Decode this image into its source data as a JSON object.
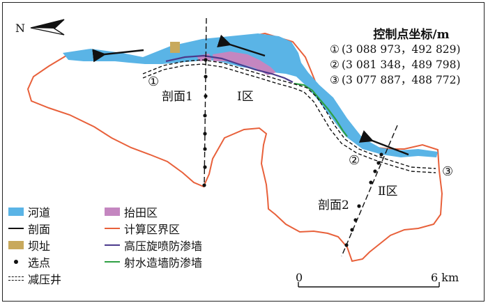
{
  "north_label": "N",
  "control_points": {
    "title": "控制点坐标/m",
    "items": [
      {
        "mark": "①",
        "coords": "(3 088 973，492 829)"
      },
      {
        "mark": "②",
        "coords": "(3 081 348，489 798)"
      },
      {
        "mark": "③",
        "coords": "(3 077 887，488 772)"
      }
    ]
  },
  "map_labels": {
    "section1": "剖面1",
    "section2": "剖面2",
    "zone1": "Ⅰ区",
    "zone2": "Ⅱ区",
    "pt1": "①",
    "pt2": "②",
    "pt3": "③"
  },
  "scale": {
    "start": "0",
    "end": "6 km"
  },
  "legend": [
    {
      "key": "river",
      "label": "河道",
      "color": "#5ab4e6"
    },
    {
      "key": "farmland",
      "label": "抬田区",
      "color": "#c486c0"
    },
    {
      "key": "section",
      "label": "剖面",
      "color": "#111111"
    },
    {
      "key": "boundary",
      "label": "计算区界区",
      "color": "#e8603a"
    },
    {
      "key": "dam",
      "label": "坝址",
      "color": "#c8a95c"
    },
    {
      "key": "jet-wall",
      "label": "高压旋喷防渗墙",
      "color": "#4b3a8c"
    },
    {
      "key": "point",
      "label": "选点",
      "color": "#111111"
    },
    {
      "key": "water-wall",
      "label": "射水造墙防渗墙",
      "color": "#2ea043"
    },
    {
      "key": "relief-well",
      "label": "减压井",
      "color": "#111111"
    }
  ],
  "colors": {
    "river": "#5ab4e6",
    "boundary": "#e8603a",
    "farmland": "#c486c0",
    "dam": "#c8a95c",
    "jet_wall": "#4b3a8c",
    "water_wall": "#2ea043"
  }
}
